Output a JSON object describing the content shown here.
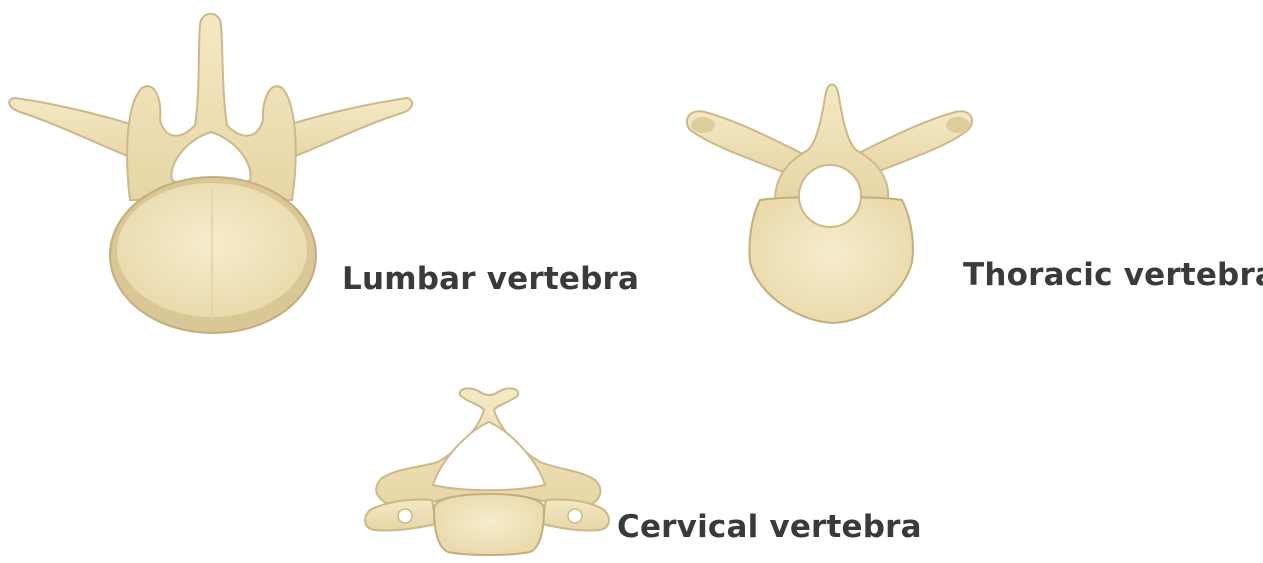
{
  "labels": {
    "lumbar": "Lumbar vertebra",
    "thoracic": "Thoracic vertebra",
    "cervical": "Cervical vertebra"
  },
  "colors": {
    "bone_fill": "#ede0b6",
    "bone_highlight": "#f6ecca",
    "bone_shadow": "#cdb889",
    "bone_outline": "#c5ad7c",
    "background": "#ffffff",
    "label_text": "#3a3a3a"
  }
}
